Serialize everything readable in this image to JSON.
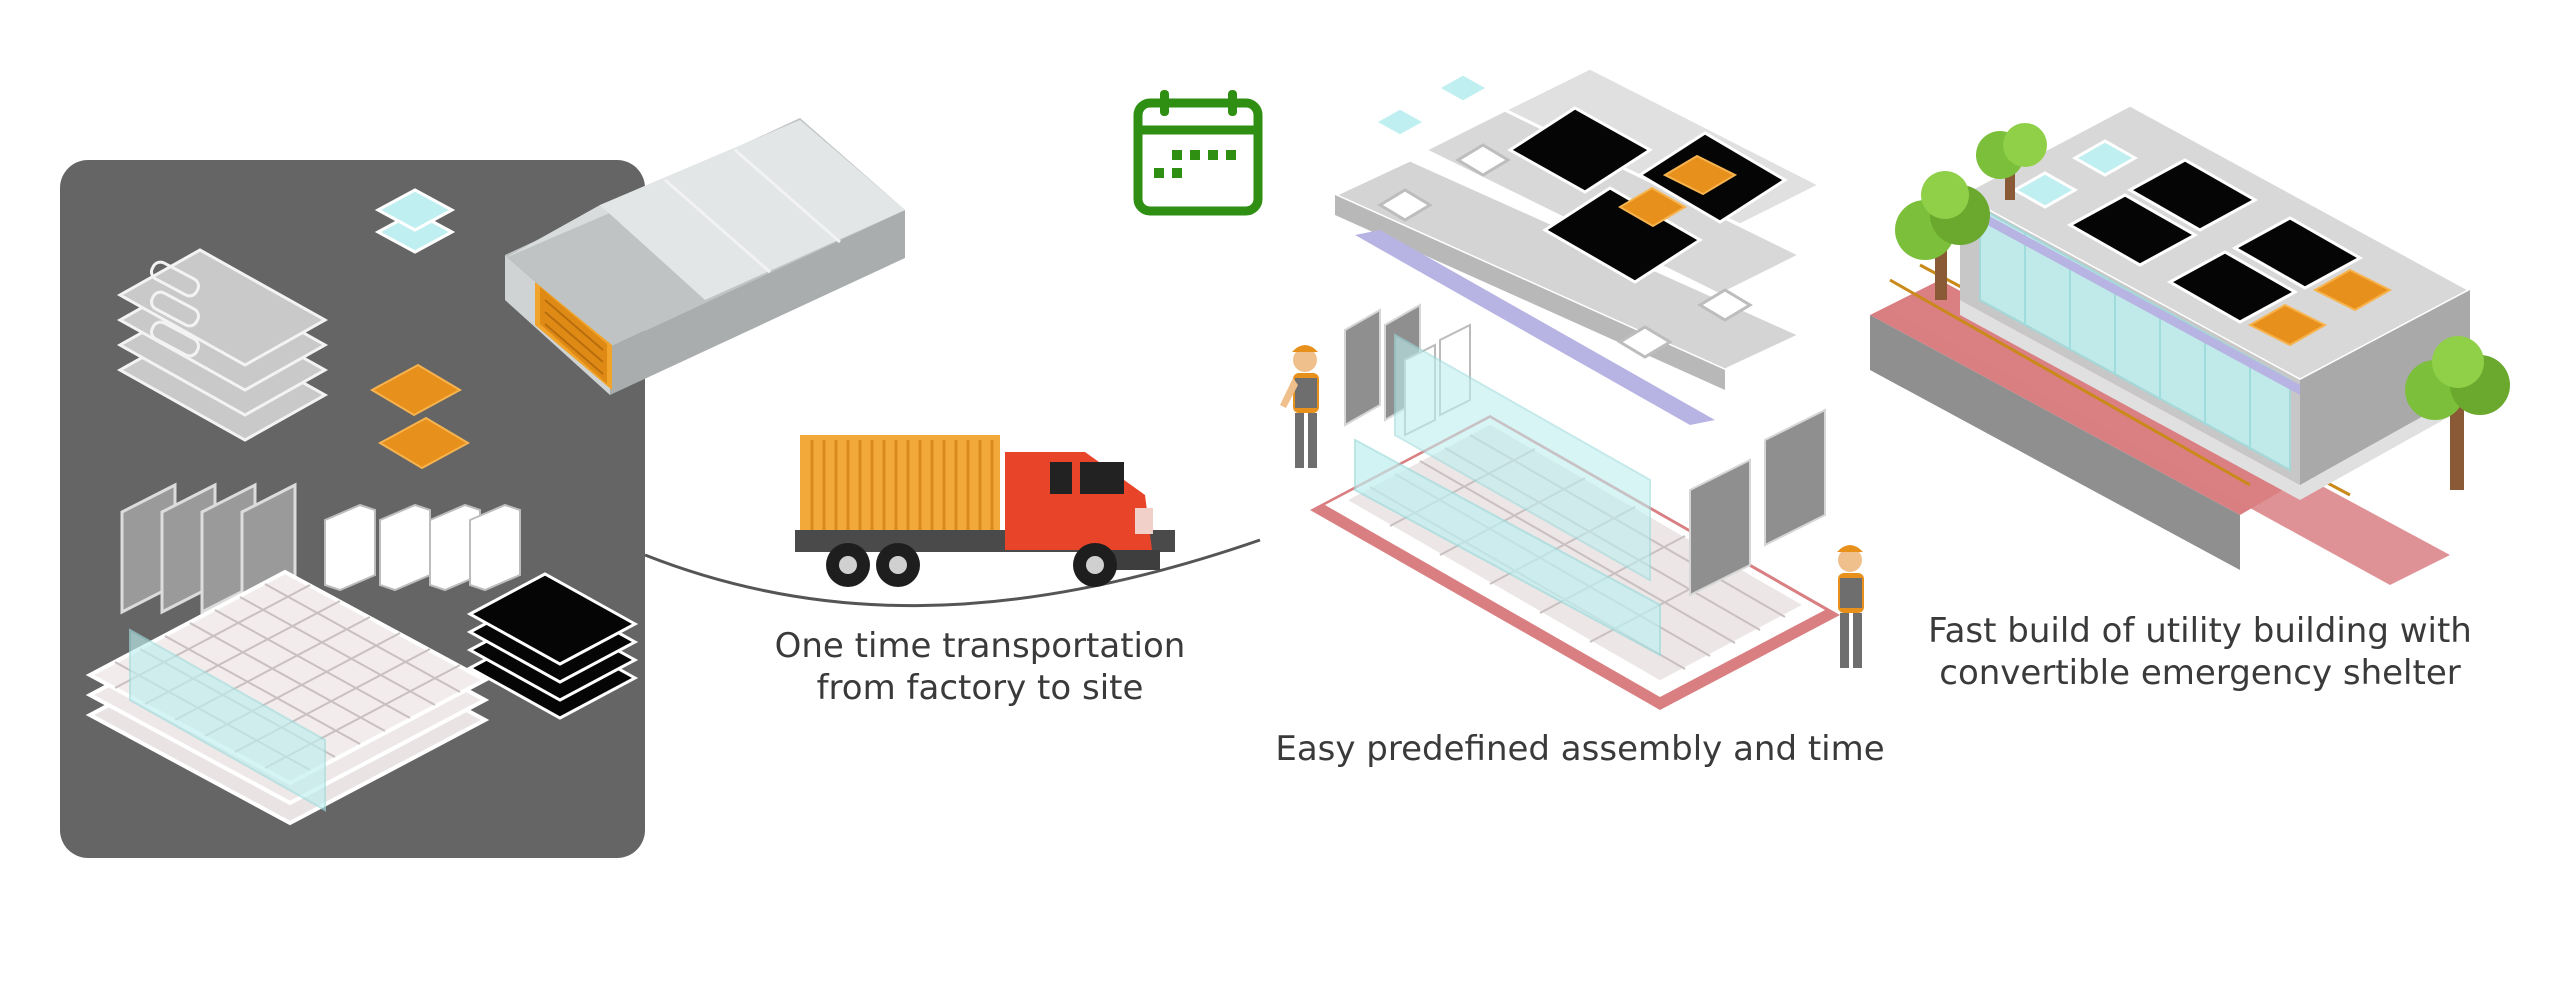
{
  "captions": {
    "transport_line1": "One time transportation",
    "transport_line2": "from factory to site",
    "assembly": "Easy predefined assembly and time",
    "result_line1": "Fast build of utility building with",
    "result_line2": "convertible emergency shelter"
  },
  "colors": {
    "factory_panel": "#656565",
    "accent_orange": "#e8901c",
    "calendar_green": "#2f8f12",
    "truck_cab": "#e8442a",
    "container": "#f3a93a",
    "glass": "#bfeff0",
    "ramp": "#d97f82",
    "tree": "#7bbf3a",
    "solar": "#050505",
    "roof": "#dcdcdc"
  },
  "icons": [
    "factory-icon",
    "truck-icon",
    "calendar-icon",
    "worker-icon",
    "tree-icon",
    "solar-panel-icon"
  ]
}
